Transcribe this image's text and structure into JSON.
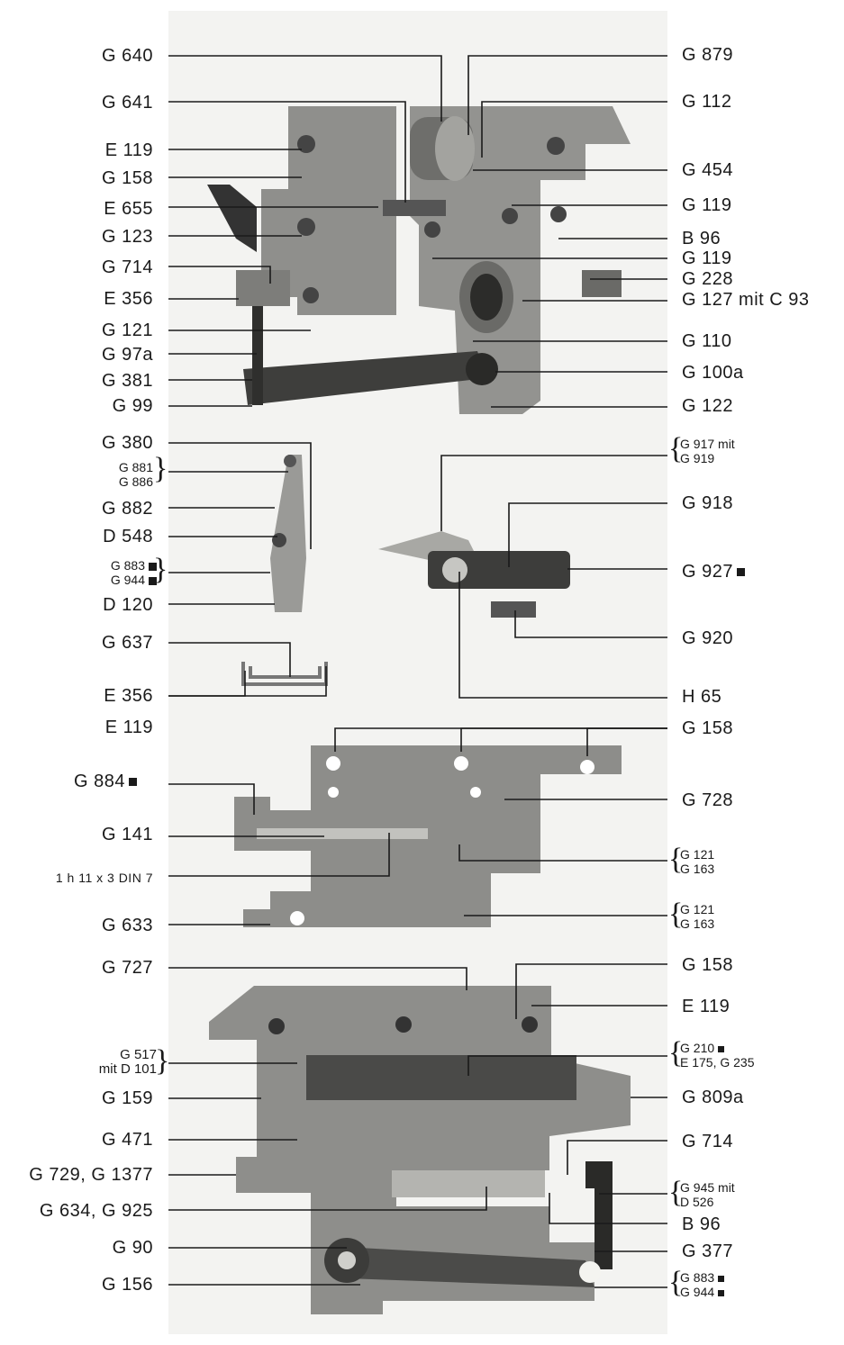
{
  "left_labels": {
    "g640": "G 640",
    "g641": "G 641",
    "e119a": "E 119",
    "g158a": "G 158",
    "e655": "E 655",
    "g123": "G 123",
    "g714a": "G 714",
    "e356a": "E 356",
    "g121a": "G 121",
    "g97a": "G 97a",
    "g381": "G 381",
    "g99": "G 99",
    "g380": "G 380",
    "g881": "G 881",
    "g886": "G 886",
    "g882": "G 882",
    "d548": "D 548",
    "g883a": "G 883",
    "g944a": "G 944",
    "d120": "D 120",
    "g637": "G 637",
    "e356b": "E 356",
    "e119b": "E 119",
    "g884": "G 884",
    "g141": "G 141",
    "din": "1 h 11 x 3 DIN 7",
    "g633": "G 633",
    "g727": "G 727",
    "g517": "G 517",
    "mitd101": "mit D 101",
    "g159": "G 159",
    "g471": "G 471",
    "g729": "G 729, G 1377",
    "g634": "G 634, G 925",
    "g90": "G 90",
    "g156": "G 156"
  },
  "right_labels": {
    "g879": "G 879",
    "g112": "G 112",
    "g454": "G 454",
    "g119a": "G 119",
    "b96a": "B 96",
    "g119b": "G 119",
    "g228": "G 228",
    "g127": "G 127 mit C 93",
    "g110": "G 110",
    "g100a": "G 100a",
    "g122": "G 122",
    "g917": "G 917 mit",
    "g919": "G 919",
    "g918": "G 918",
    "g927": "G 927",
    "g920": "G 920",
    "h65": "H 65",
    "g158b": "G 158",
    "g728": "G 728",
    "g121b": "G 121",
    "g163b": "G 163",
    "g121c": "G 121",
    "g163c": "G 163",
    "g158c": "G 158",
    "e119c": "E 119",
    "g210": "G 210",
    "e175": "E 175, G 235",
    "g809a": "G 809a",
    "g714b": "G 714",
    "g945": "G 945 mit",
    "d526": "D 526",
    "b96b": "B 96",
    "g377": "G 377",
    "g883b": "G 883",
    "g944b": "G 944"
  },
  "colors": {
    "part": "#8a8a88",
    "part_dark": "#555553",
    "part_light": "#b9b9b6",
    "line": "#1a1a1a",
    "panel": "#f3f3f1"
  }
}
